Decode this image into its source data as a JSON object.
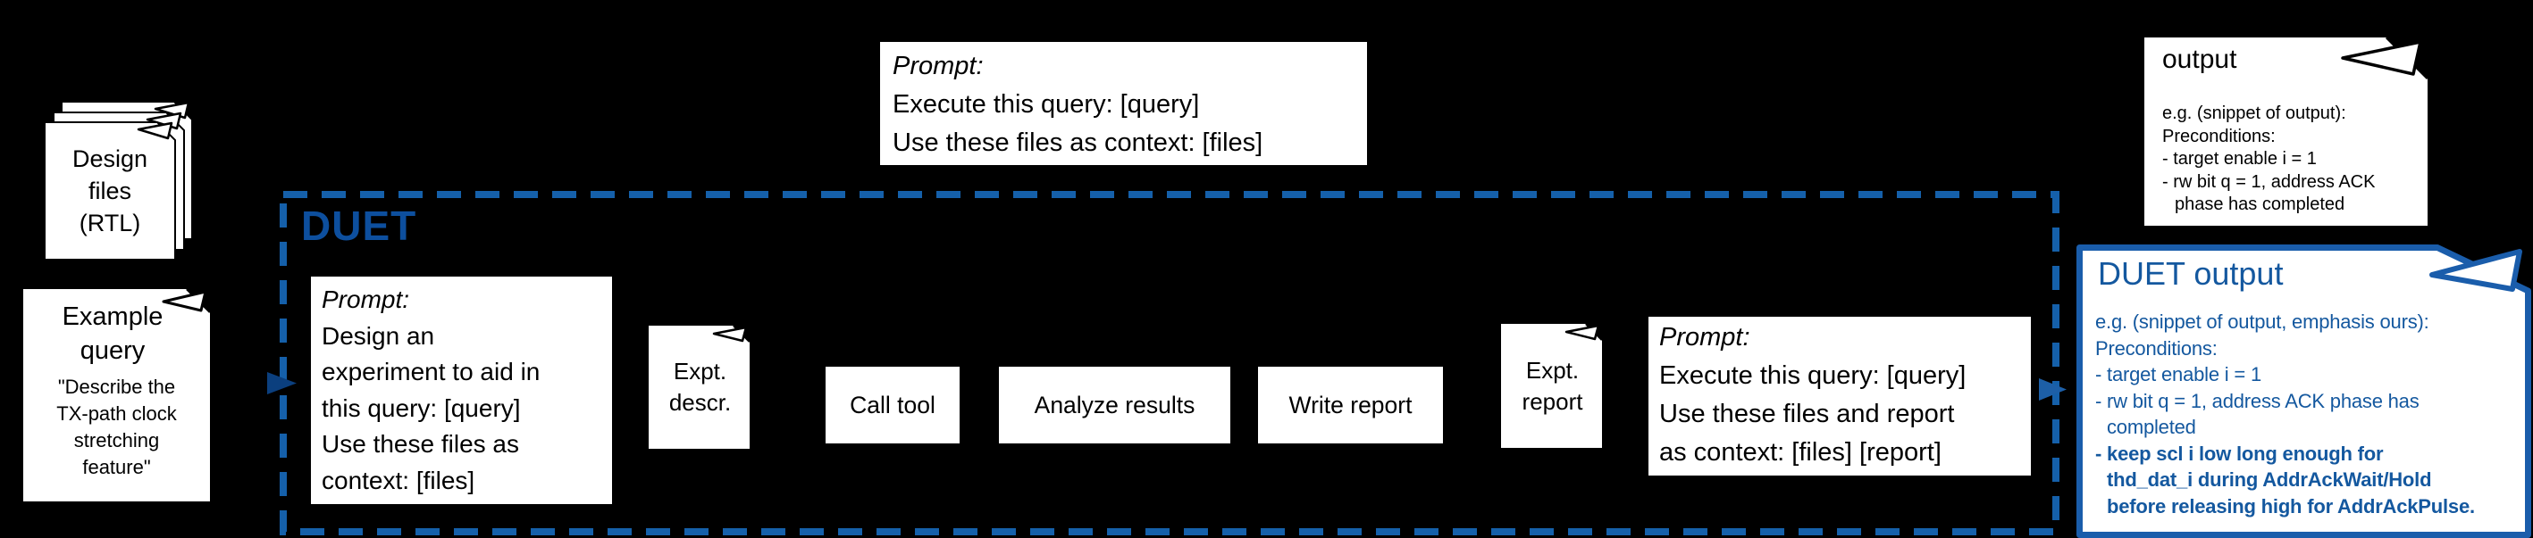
{
  "colors": {
    "background": "#000000",
    "box_fill": "#ffffff",
    "text": "#000000",
    "duet_label_blue": "#0d4f9e",
    "dash_blue": "#1560aa",
    "duet_output_blue": "#14589f",
    "duet_output_border": "#1a5dab",
    "arrow_into_duet": "#0b3f7e",
    "arrow_out_of_duet": "#1d5fa7"
  },
  "design_files": {
    "lines": [
      "Design",
      "files",
      "(RTL)"
    ]
  },
  "example_query": {
    "title_lines": [
      "Example",
      "query"
    ],
    "quote_lines": [
      "\"Describe the",
      "TX-path clock",
      "stretching",
      "feature\""
    ]
  },
  "top_prompt": {
    "label": "Prompt:",
    "lines": [
      "Execute this query: [query]",
      "Use these files as context: [files]"
    ]
  },
  "duet": {
    "label": "DUET",
    "design_prompt": {
      "label": "Prompt:",
      "lines": [
        "Design an",
        "experiment to aid in",
        "this query: [query]",
        "Use these files as",
        "context: [files]"
      ]
    },
    "expt_descr": {
      "lines": [
        "Expt.",
        "descr."
      ]
    },
    "call_tool": "Call tool",
    "analyze_results": "Analyze results",
    "write_report": "Write report",
    "expt_report": {
      "lines": [
        "Expt.",
        "report"
      ]
    },
    "execute_prompt": {
      "label": "Prompt:",
      "lines": [
        "Execute this query: [query]",
        "Use these files and report",
        "as context: [files] [report]"
      ]
    }
  },
  "output_note": {
    "title": "output",
    "lines": [
      "e.g. (snippet of output):",
      "Preconditions:",
      "- target enable i = 1",
      "- rw bit q = 1, address ACK",
      "phase has completed"
    ]
  },
  "duet_output_note": {
    "title": "DUET output",
    "lines": [
      "e.g. (snippet of output, emphasis ours):",
      "Preconditions:",
      "- target enable i = 1",
      "- rw bit q = 1, address ACK phase has",
      "completed"
    ],
    "bold_lines": [
      "- keep scl i low long enough for",
      "thd_dat_i during AddrAckWait/Hold",
      "before releasing high for AddrAckPulse."
    ]
  }
}
